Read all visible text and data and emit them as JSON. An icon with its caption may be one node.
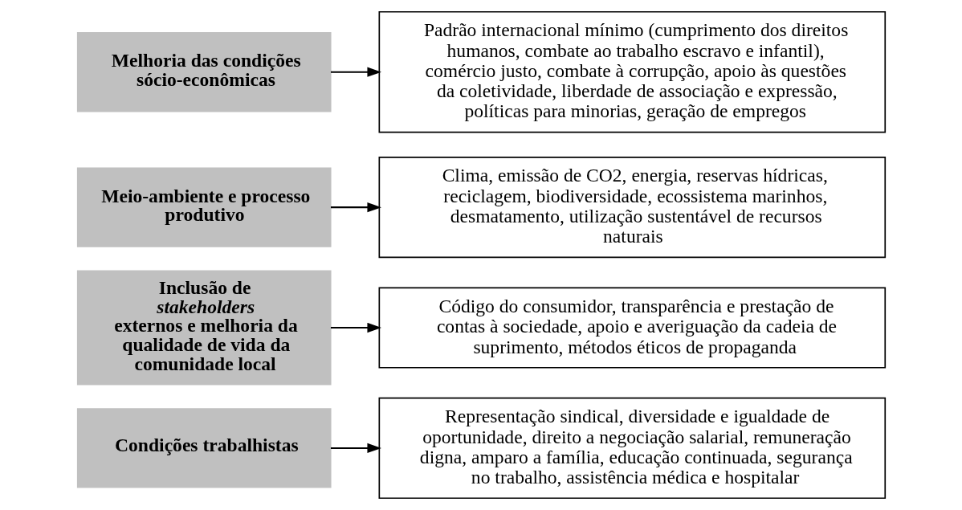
{
  "diagram": {
    "nodes": [
      {
        "text": [
          "Melhoria das condições sócio-econômicas"
        ]
      },
      {
        "text": [
          "Padrão internacional mínimo (cumprimento dos direitos humanos, combate ao trabalho escravo e infantil), comércio justo, combate à corrupção, apoio às questões da coletividade, liberdade de associação e expressão, políticas para minorias, geração de empregos"
        ]
      },
      {
        "text": [
          "Meio-ambiente e processo produtivo"
        ]
      },
      {
        "text": [
          "Clima, emissão de CO2, energia, reservas hídricas, reciclagem, biodiversidade, ecossistema marinhos, desmatamento, utilização sustentável de recursos naturais"
        ]
      },
      {
        "text": [
          "Inclusão de *stakeholders* externos e melhoria da qualidade de vida da comunidade local"
        ]
      },
      {
        "text": [
          "Código do consumidor, transparência e prestação de contas à sociedade, apoio e averiguação da cadeia de suprimento, métodos éticos de propaganda"
        ]
      },
      {
        "text": [
          "Condições trabalhistas"
        ]
      },
      {
        "text": [
          "Representação sindical, diversidade e igualdade de oportunidade, direito a negociação salarial, remuneração digna, amparo a família, educação continuada, segurança no trabalho, assistência médica e hospitalar"
        ]
      }
    ],
    "edges": [
      {
        "from": 0,
        "to": 1,
        "arrow": "to"
      },
      {
        "from": 2,
        "to": 3,
        "arrow": "to"
      },
      {
        "from": 4,
        "to": 5,
        "arrow": "to"
      },
      {
        "from": 6,
        "to": 7,
        "arrow": "to"
      }
    ]
  }
}
